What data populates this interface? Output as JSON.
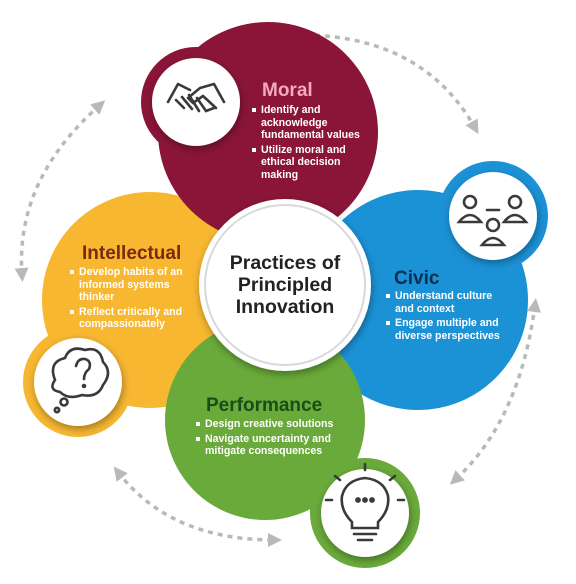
{
  "center": {
    "lines": [
      "Practices of",
      "Principled",
      "Innovation"
    ]
  },
  "sections": {
    "moral": {
      "title": "Moral",
      "color": "#8a1538",
      "title_color": "#f4a9c0",
      "icon": "handshake-icon",
      "bullets": [
        "Identify and acknowledge fundamental values",
        "Utilize moral and ethical decision making"
      ]
    },
    "civic": {
      "title": "Civic",
      "color": "#1b92d6",
      "title_color": "#0a2f55",
      "icon": "people-group-icon",
      "bullets": [
        "Understand culture and context",
        "Engage multiple and diverse perspectives"
      ]
    },
    "performance": {
      "title": "Performance",
      "color": "#6aaa3a",
      "title_color": "#1a4d1a",
      "icon": "lightbulb-icon",
      "bullets": [
        "Design creative solutions",
        "Navigate uncertainty and mitigate consequences"
      ]
    },
    "intellectual": {
      "title": "Intellectual",
      "color": "#f7b731",
      "title_color": "#7a2a10",
      "icon": "thought-bubble-question-icon",
      "bullets": [
        "Develop habits of an informed systems thinker",
        "Reflect critically and compassionately"
      ]
    }
  }
}
